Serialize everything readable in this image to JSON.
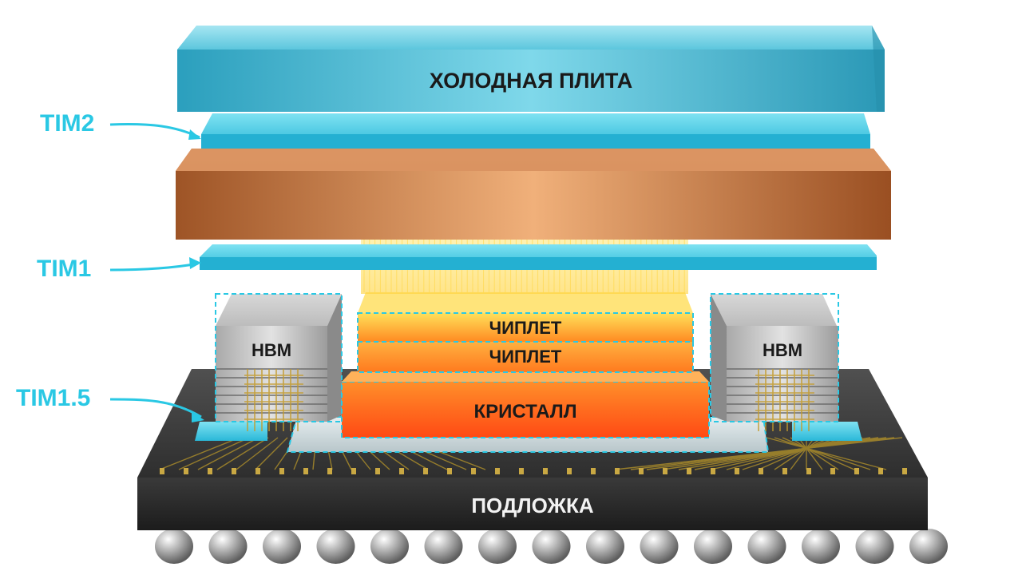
{
  "labels": {
    "cold_plate": "ХОЛОДНАЯ ПЛИТА",
    "chiplet_top": "ЧИПЛЕТ",
    "chiplet_bottom": "ЧИПЛЕТ",
    "die": "КРИСТАЛЛ",
    "hbm_left": "HBM",
    "hbm_right": "HBM",
    "substrate": "ПОДЛОЖКА"
  },
  "callouts": {
    "tim2": "TIM2",
    "tim1": "TIM1",
    "tim15": "TIM1.5"
  },
  "colors": {
    "accent": "#2ac8e4",
    "cold_plate": "#3fb4cf",
    "heat_spreader": "#c0703a",
    "die": "#ff6a1a",
    "chiplet": "#ffb02e",
    "hbm": "#b9b9b9",
    "substrate": "#2c2c2c",
    "solder_ball": "#a8a8a8"
  }
}
